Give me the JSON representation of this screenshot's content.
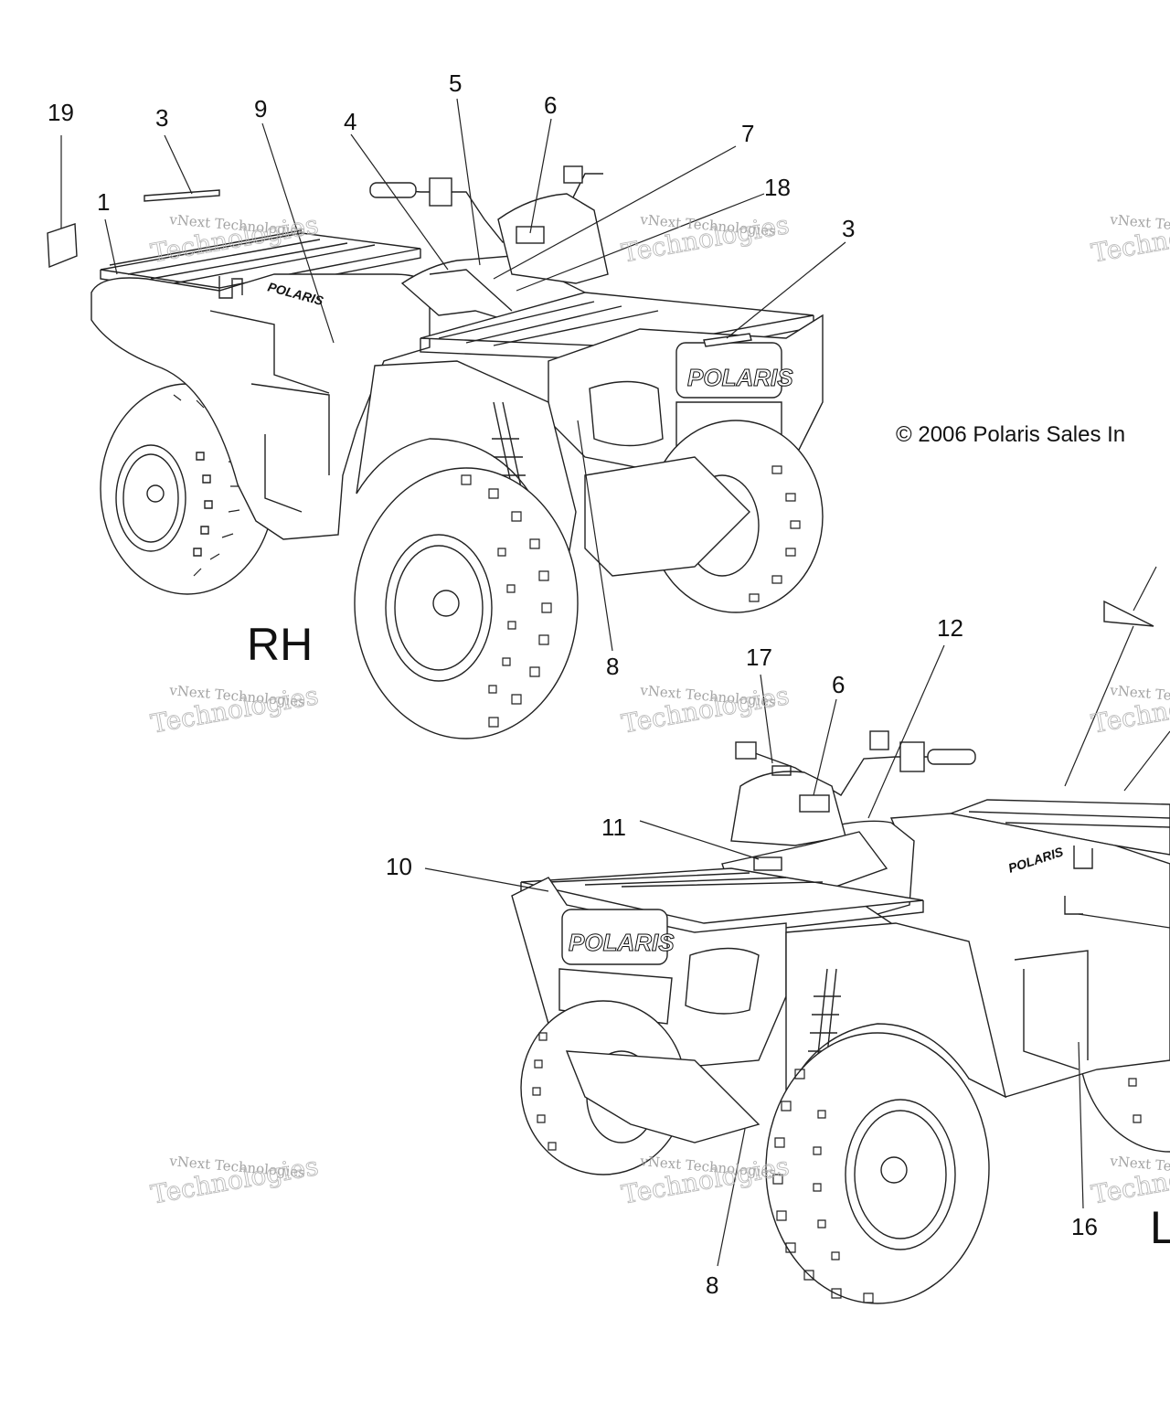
{
  "copyright": "© 2006 Polaris Sales In",
  "side_labels": {
    "rh": "RH",
    "lh": "L"
  },
  "brand": {
    "front_logo": "POLARIS",
    "side_logo": "POLARIS"
  },
  "watermark": {
    "line1": "vNext Technologies",
    "line2": "Technologies",
    "corner": "vNext"
  },
  "callouts_rh": {
    "c19": "19",
    "c3a": "3",
    "c9": "9",
    "c4": "4",
    "c5": "5",
    "c6": "6",
    "c7": "7",
    "c18": "18",
    "c3b": "3",
    "c1": "1",
    "c8": "8"
  },
  "callouts_lh": {
    "c17": "17",
    "c6": "6",
    "c12": "12",
    "c11": "11",
    "c10": "10",
    "c8": "8",
    "c16": "16"
  }
}
